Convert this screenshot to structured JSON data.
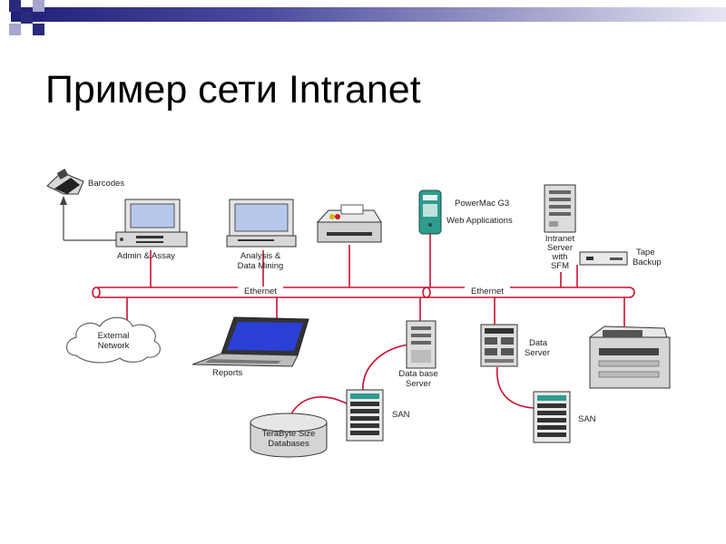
{
  "slide": {
    "title": "Пример сети Intranet",
    "colors": {
      "title_bar_dark": "#20207a",
      "title_bar_light": "#e6e6f2",
      "corner_square_dark": "#2a2a7c",
      "corner_square_light": "#a6a6cf",
      "ethernet_line": "#c8102e",
      "link_line": "#c8102e",
      "monitor_screen": "#b8c8ec",
      "laptop_screen": "#2a3fd6"
    }
  },
  "diagram": {
    "buses": [
      {
        "id": "ethernet-1",
        "label": "Ethernet"
      },
      {
        "id": "ethernet-2",
        "label": "Ethernet"
      }
    ],
    "nodes": {
      "barcodes": {
        "label_lines": [
          "Barcodes"
        ],
        "icon": "barcode-scanner-icon"
      },
      "admin_assay": {
        "label_lines": [
          "Admin & Assay"
        ],
        "icon": "desktop-computer-icon"
      },
      "analysis": {
        "label_lines": [
          "Analysis &",
          "Data Mining"
        ],
        "icon": "desktop-computer-icon"
      },
      "printer": {
        "label_lines": [],
        "icon": "printer-icon"
      },
      "powermac": {
        "label_lines": [
          "PowerMac G3",
          "Web Applications"
        ],
        "icon": "powermac-tower-icon"
      },
      "intranet_server": {
        "label_lines": [
          "Intranet",
          "Server",
          "with",
          "SFM"
        ],
        "icon": "server-tower-icon"
      },
      "tape_backup": {
        "label_lines": [
          "Tape",
          "Backup"
        ],
        "icon": "tape-drive-icon"
      },
      "external_network": {
        "label_lines": [
          "External",
          "Network"
        ],
        "icon": "cloud-icon"
      },
      "reports": {
        "label_lines": [
          "Reports"
        ],
        "icon": "laptop-icon"
      },
      "database_server": {
        "label_lines": [
          "Data base",
          "Server"
        ],
        "icon": "server-tower-icon"
      },
      "data_server": {
        "label_lines": [
          "Data",
          "Server"
        ],
        "icon": "server-tower-icon"
      },
      "laser_printer": {
        "label_lines": [],
        "icon": "laser-printer-icon"
      },
      "san_1": {
        "label_lines": [
          "SAN"
        ],
        "icon": "storage-rack-icon"
      },
      "san_2": {
        "label_lines": [
          "SAN"
        ],
        "icon": "storage-rack-icon"
      },
      "terabyte_db": {
        "label_lines": [
          "TeraByte Size",
          "Databases"
        ],
        "icon": "database-cylinder-icon"
      }
    }
  }
}
